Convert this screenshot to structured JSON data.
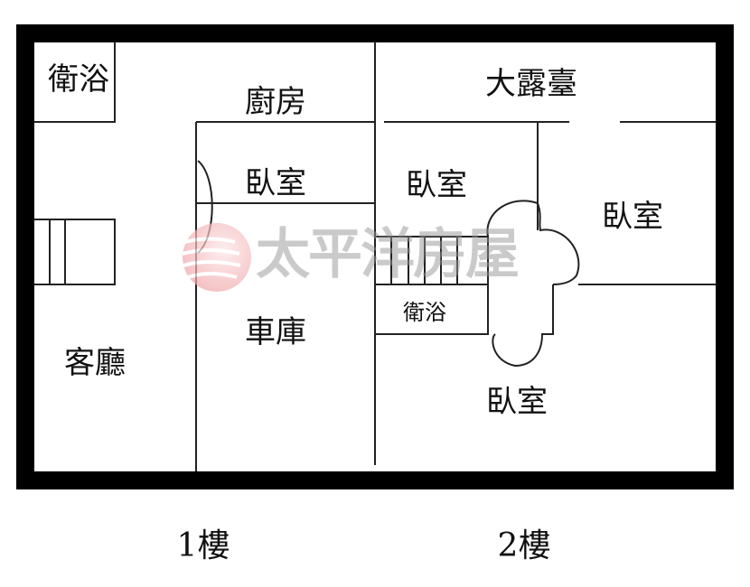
{
  "floor_plan": {
    "floor1": {
      "label": "1樓",
      "rooms": {
        "bathroom": "衛浴",
        "kitchen": "廚房",
        "bedroom": "臥室",
        "living_room": "客廳",
        "garage": "車庫"
      }
    },
    "floor2": {
      "label": "2樓",
      "rooms": {
        "terrace": "大露臺",
        "bedroom_a": "臥室",
        "bedroom_b": "臥室",
        "bathroom": "衛浴",
        "bedroom_c": "臥室"
      }
    }
  },
  "watermark": {
    "text": "太平洋房屋",
    "logo_color": "#e8868a"
  }
}
